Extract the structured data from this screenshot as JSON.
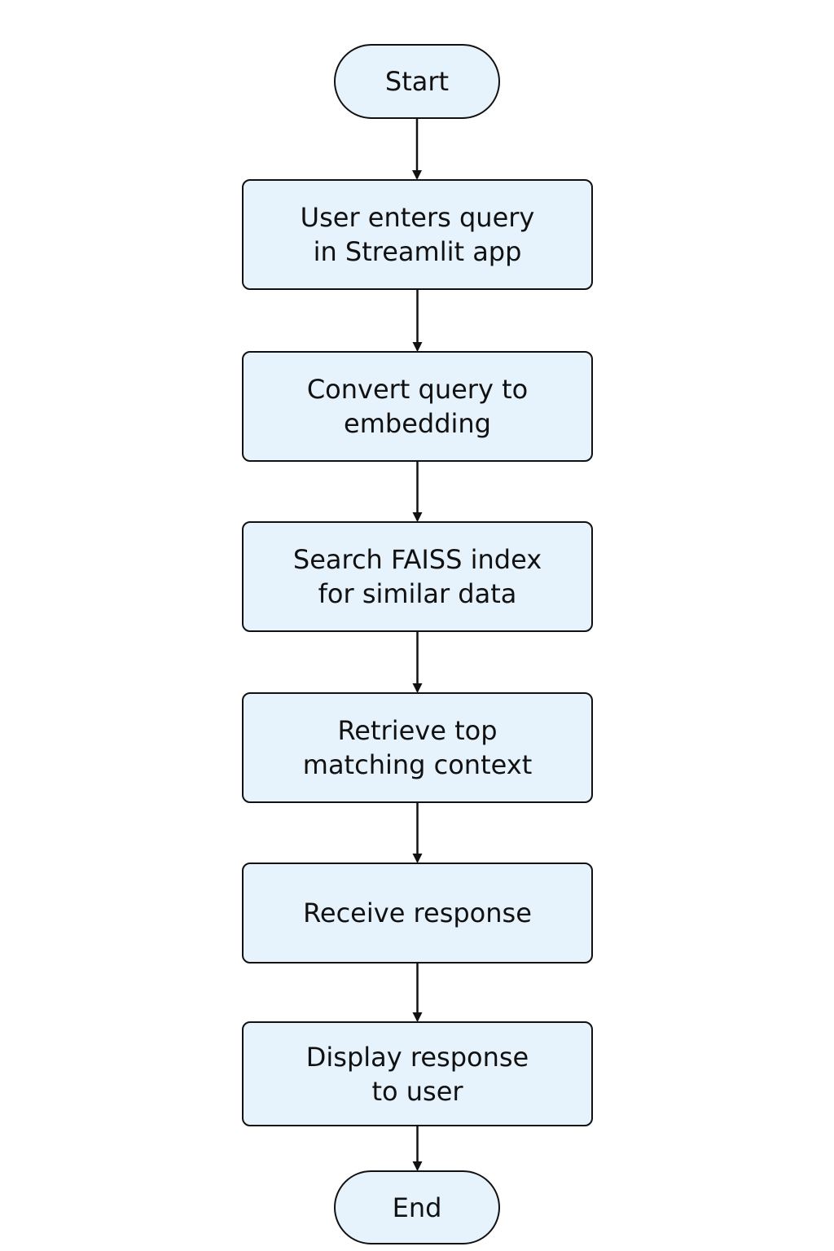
{
  "flowchart": {
    "nodes": [
      {
        "id": "start",
        "kind": "terminal",
        "label": "Start"
      },
      {
        "id": "enter-query",
        "kind": "process",
        "label": "User enters query\nin Streamlit app"
      },
      {
        "id": "convert-embedding",
        "kind": "process",
        "label": "Convert query to\nembedding"
      },
      {
        "id": "search-faiss",
        "kind": "process",
        "label": "Search FAISS index\nfor similar data"
      },
      {
        "id": "retrieve-context",
        "kind": "process",
        "label": "Retrieve top\nmatching context"
      },
      {
        "id": "receive-response",
        "kind": "process",
        "label": "Receive response"
      },
      {
        "id": "display-response",
        "kind": "process",
        "label": "Display response\nto user"
      },
      {
        "id": "end",
        "kind": "terminal",
        "label": "End"
      }
    ],
    "edges": [
      [
        "start",
        "enter-query"
      ],
      [
        "enter-query",
        "convert-embedding"
      ],
      [
        "convert-embedding",
        "search-faiss"
      ],
      [
        "search-faiss",
        "retrieve-context"
      ],
      [
        "retrieve-context",
        "receive-response"
      ],
      [
        "receive-response",
        "display-response"
      ],
      [
        "display-response",
        "end"
      ]
    ],
    "colors": {
      "node_fill": "#e6f2fc",
      "stroke": "#111111",
      "text": "#111111"
    }
  }
}
